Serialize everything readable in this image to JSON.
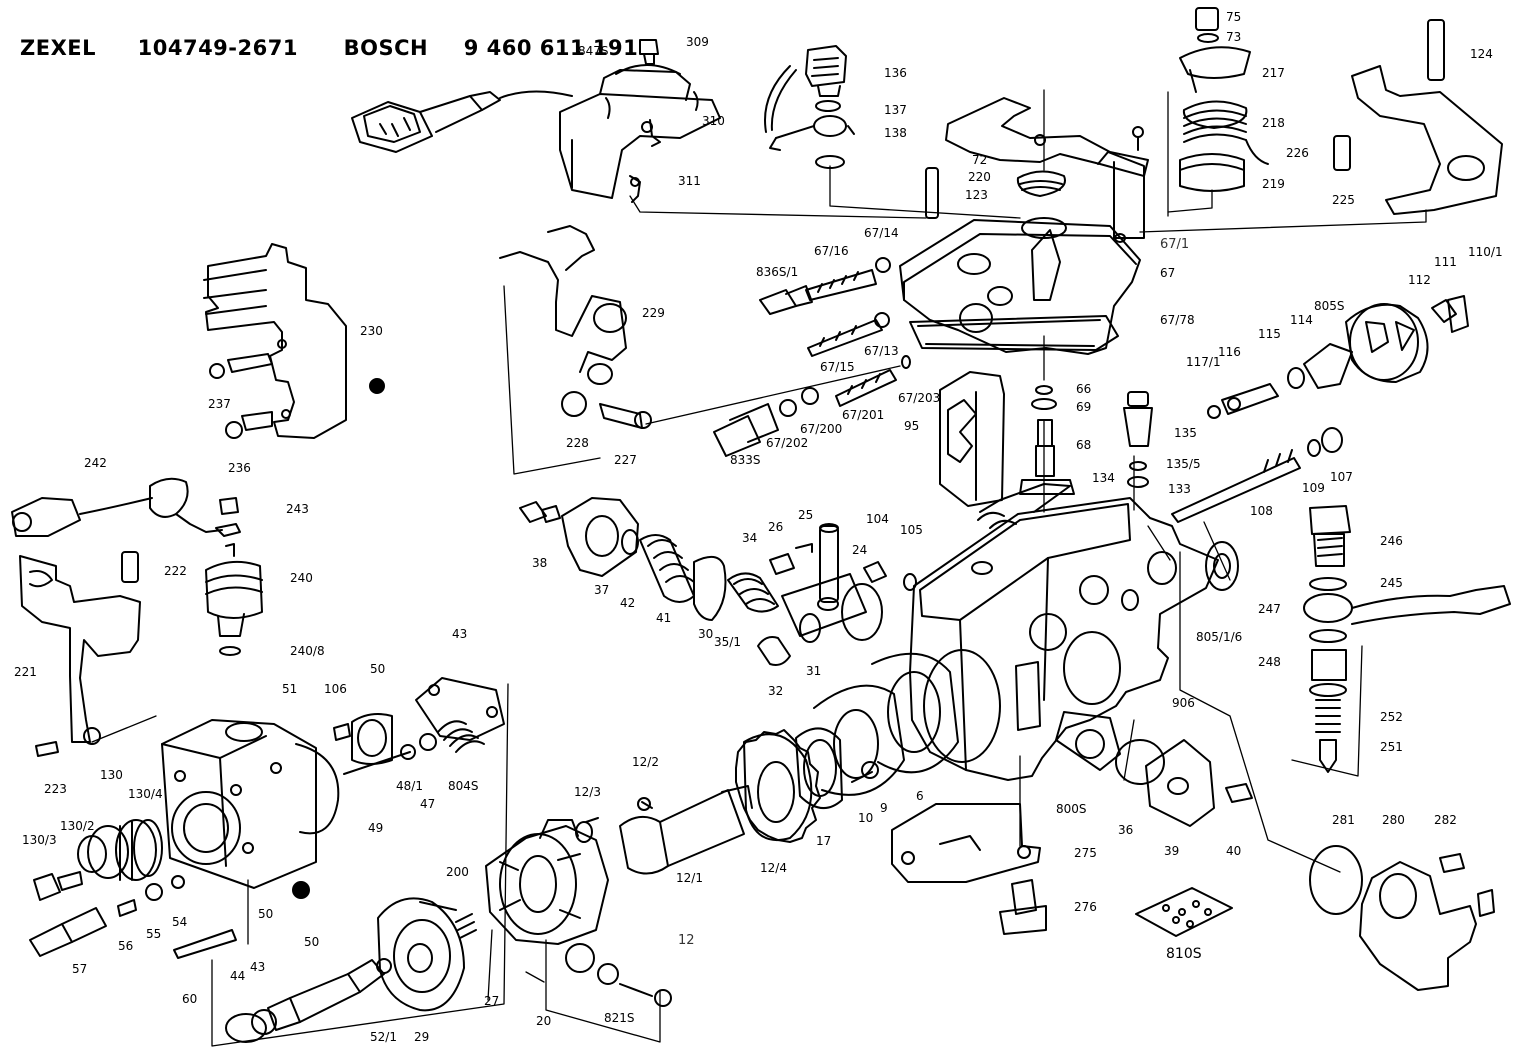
{
  "header": {
    "brand1": "ZEXEL",
    "part1": "104749-2671",
    "brand2": "BOSCH",
    "part2": "9 460 611 191"
  },
  "labels": {
    "p75": "75",
    "p73": "73",
    "p217": "217",
    "p218": "218",
    "p219": "219",
    "p124": "124",
    "p226": "226",
    "p225": "225",
    "p309": "309",
    "p847S": "847S",
    "p310": "310",
    "p311": "311",
    "p136": "136",
    "p137": "137",
    "p138": "138",
    "p72": "72",
    "p220": "220",
    "p123": "123",
    "p67_1": "67/1",
    "p67": "67",
    "p67_14": "67/14",
    "p67_16": "67/16",
    "p836S_1": "836S/1",
    "p67_78": "67/78",
    "p67_13": "67/13",
    "p67_15": "67/15",
    "p67_203": "67/203",
    "p67_201": "67/201",
    "p67_200": "67/200",
    "p67_202": "67/202",
    "p833S": "833S",
    "p229": "229",
    "p228": "228",
    "p227": "227",
    "p230": "230",
    "p237": "237",
    "p236": "236",
    "p110_1": "110/1",
    "p111": "111",
    "p112": "112",
    "p805S": "805S",
    "p114": "114",
    "p115": "115",
    "p116": "116",
    "p117_1": "117/1",
    "p66": "66",
    "p69": "69",
    "p68": "68",
    "p95": "95",
    "p135": "135",
    "p135_5": "135/5",
    "p134": "134",
    "p133": "133",
    "p109": "109",
    "p107": "107",
    "p108": "108",
    "p242": "242",
    "p243": "243",
    "p222": "222",
    "p240": "240",
    "p240_8": "240/8",
    "p221": "221",
    "p223": "223",
    "p38": "38",
    "p37": "37",
    "p42": "42",
    "p41": "41",
    "p30": "30",
    "p35_1": "35/1",
    "p34": "34",
    "p26": "26",
    "p25": "25",
    "p24": "24",
    "p104": "104",
    "p105": "105",
    "p31": "31",
    "p32": "32",
    "p805_1_6": "805/1/6",
    "p906": "906",
    "p246": "246",
    "p245": "245",
    "p247": "247",
    "p248": "248",
    "p252": "252",
    "p251": "251",
    "p130": "130",
    "p130_4": "130/4",
    "p130_2": "130/2",
    "p130_3": "130/3",
    "p51": "51",
    "p106": "106",
    "p50a": "50",
    "p43a": "43",
    "p48_1": "48/1",
    "p47": "47",
    "p49": "49",
    "p804S": "804S",
    "p50b": "50",
    "p54": "54",
    "p55": "55",
    "p56": "56",
    "p57": "57",
    "p60": "60",
    "p12_2": "12/2",
    "p12_3": "12/3",
    "p12_1": "12/1",
    "p12_4": "12/4",
    "p12": "12",
    "p17": "17",
    "p10": "10",
    "p9": "9",
    "p6": "6",
    "p800S": "800S",
    "p36": "36",
    "p39": "39",
    "p40": "40",
    "p275": "275",
    "p276": "276",
    "p810S": "810S",
    "p281": "281",
    "p280": "280",
    "p282": "282",
    "p200": "200",
    "p27": "27",
    "p20": "20",
    "p29": "29",
    "p52_1": "52/1",
    "p50c": "50",
    "p43b": "43",
    "p44": "44",
    "p821S": "821S"
  }
}
